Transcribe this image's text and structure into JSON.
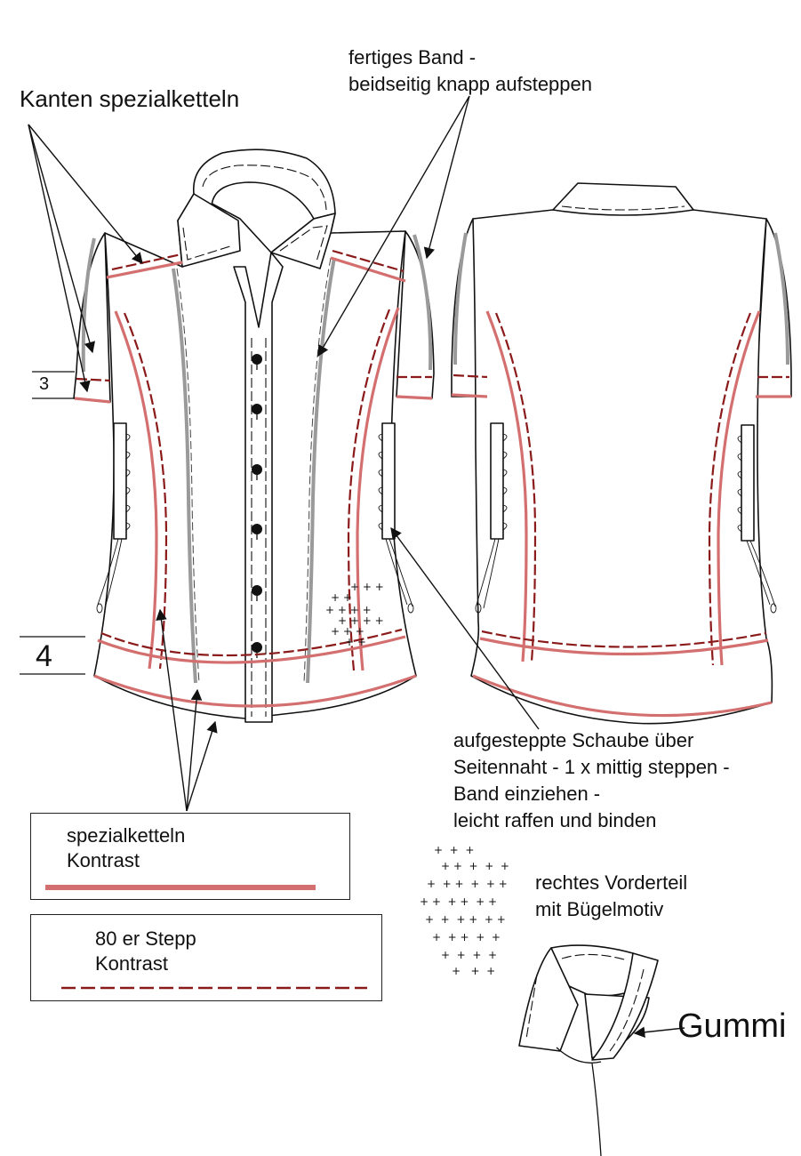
{
  "annotations": {
    "kanten": "Kanten spezialketteln",
    "band_line1": "fertiges Band -",
    "band_line2": "beidseitig knapp aufsteppen",
    "schaube_line1": "aufgesteppte Schaube über",
    "schaube_line2": "Seitennaht - 1 x mittig steppen -",
    "schaube_line3": "Band einziehen -",
    "schaube_line4": "leicht raffen und binden",
    "motiv_line1": "rechtes Vorderteil",
    "motiv_line2": "mit Bügelmotiv",
    "gummi": "Gummi"
  },
  "measurements": {
    "sleeve_hem": "3",
    "bottom_hem": "4"
  },
  "legend": {
    "item1_line1": "spezialketteln",
    "item1_line2": "Kontrast",
    "item1_color": "#d46f6f",
    "item2_line1": "80 er Stepp",
    "item2_line2": "Kontrast",
    "item2_color": "#8b1a1a"
  },
  "colors": {
    "spezialketteln": "#d46f6f",
    "stepp": "#8b1a1a",
    "band": "#9a9a9a"
  }
}
